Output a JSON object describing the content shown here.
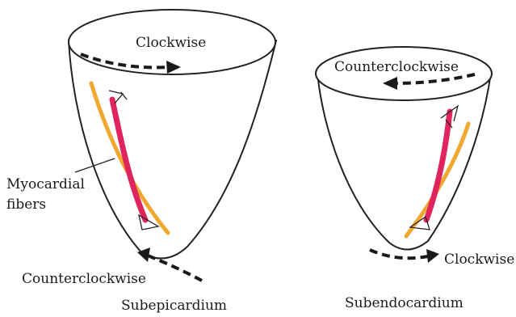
{
  "left_heart": {
    "top_rotation": "Clockwise",
    "bottom_rotation": "Counterclockwise",
    "fiber_label": "Myocardial\nfibers",
    "layer": "Subepicardium"
  },
  "right_heart": {
    "top_rotation": "Counterclockwise",
    "bottom_rotation": "Clockwise",
    "layer": "Subendocardium"
  },
  "colors": {
    "outer_fiber": "#f0a830",
    "inner_fiber": "#e0245e",
    "outline": "#222222"
  }
}
